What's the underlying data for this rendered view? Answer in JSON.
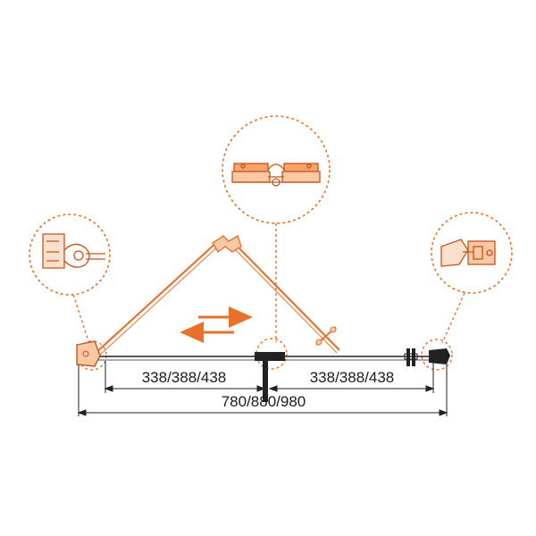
{
  "diagram": {
    "colors": {
      "accent": "#e8722c",
      "accent_dark": "#c7531b",
      "line": "#222222",
      "background": "#ffffff"
    },
    "dimensions": {
      "left_span": "338/388/438",
      "right_span": "338/388/438",
      "overall_width": "780/880/980"
    },
    "icons": {
      "slide_direction": "double-arrow-icon",
      "wall_profile_left": "wall-profile-icon",
      "center_hinge": "hinge-detail-icon",
      "wall_profile_right": "magnet-seal-icon"
    }
  }
}
